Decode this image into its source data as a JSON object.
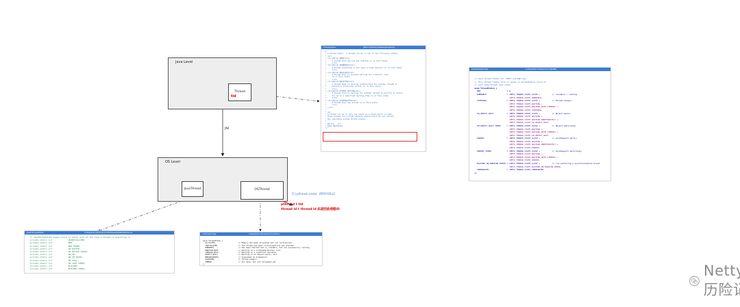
{
  "diagram": {
    "java_level": {
      "title": "Java Level",
      "thread_label": "Thread",
      "tid": "tid"
    },
    "os_level": {
      "title": "OS Level",
      "javathread_label": "JavaThread",
      "osthread_label": "OSThread"
    },
    "edge_jni": "JNI",
    "pthread_note": "[1] pthread create 【PR0Y/DLL】",
    "red_notes": [
      "pthread t   tid",
      "thread id t   thread id 此返回此线程ID"
    ]
  },
  "panel_thread_java": {
    "tab": "Thread.java",
    "path": "jdk/src/share/classes/java/lang",
    "lines": [
      {
        "t": "/**",
        "c": "c"
      },
      {
        "t": " * A thread state.  A thread can be in one of the following states:",
        "c": "c"
      },
      {
        "t": " * <ul>",
        "c": "c"
      },
      {
        "t": " * <li>{@link #NEW}<br>",
        "c": "c"
      },
      {
        "t": " *     A thread that has not yet started is in this state.",
        "c": "c"
      },
      {
        "t": " *     </li>",
        "c": "c"
      },
      {
        "t": " * <li>{@link #RUNNABLE}<br>",
        "c": "c"
      },
      {
        "t": " *     A thread executing in the Java virtual machine is in this state.",
        "c": "c"
      },
      {
        "t": " *     </li>",
        "c": "c"
      },
      {
        "t": " * <li>{@link #BLOCKED}<br>",
        "c": "c"
      },
      {
        "t": " *     A thread that is blocked waiting for a monitor lock",
        "c": "c"
      },
      {
        "t": " *     is in this state.",
        "c": "c"
      },
      {
        "t": " *     </li>",
        "c": "c"
      },
      {
        "t": " * <li>{@link #WAITING}<br>",
        "c": "c"
      },
      {
        "t": " *     A thread that is waiting indefinitely for another thread to",
        "c": "c"
      },
      {
        "t": " *     perform a particular action is in this state.",
        "c": "c"
      },
      {
        "t": " *     </li>",
        "c": "c"
      },
      {
        "t": " * <li>{@link #TIMED_WAITING}<br>",
        "c": "c"
      },
      {
        "t": " *     A thread that is waiting for another thread to perform an action",
        "c": "c"
      },
      {
        "t": " *     for up to a specified waiting time is in this state.",
        "c": "c"
      },
      {
        "t": " *     </li>",
        "c": "c"
      },
      {
        "t": " * <li>{@link #TERMINATED}<br>",
        "c": "c"
      },
      {
        "t": " *     A thread that has exited is in this state.",
        "c": "c"
      },
      {
        "t": " *     </li>",
        "c": "c"
      },
      {
        "t": " * </ul>",
        "c": "c"
      },
      {
        "t": " *",
        "c": "c"
      },
      {
        "t": " * <p>",
        "c": "c"
      },
      {
        "t": " * A thread can be in only one state at a given point in time.",
        "c": "c"
      },
      {
        "t": " * These states are virtual machine states which do not reflect",
        "c": "c"
      },
      {
        "t": " * any operating system thread states.",
        "c": "c"
      },
      {
        "t": " *",
        "c": "c"
      },
      {
        "t": " * @since   1.5",
        "c": "c"
      },
      {
        "t": " * @see #getState",
        "c": "c"
      },
      {
        "t": " */",
        "c": "c"
      }
    ]
  },
  "panel_thread_status": {
    "tab": "javaClasses.hpp",
    "path": "hotspot/src/share/vm/classfile",
    "lines": [
      {
        "t": "  // Java Thread Status for JVMTI and M&M use.",
        "c": "c"
      },
      {
        "t": "  // This thread status info is saved in threadStatus field of",
        "c": "c"
      },
      {
        "t": "  // java.lang.Thread java class.",
        "c": "c"
      },
      {
        "t": "  enum ThreadStatus {",
        "c": "b"
      },
      {
        "t": "    NEW                      = 0,",
        "c": "n"
      },
      {
        "t": "    RUNNABLE                 = JVMTI_THREAD_STATE_ALIVE +          // runnable / running",
        "c": "n"
      },
      {
        "t": "                               JVMTI_THREAD_STATE_RUNNABLE,",
        "c": "k"
      },
      {
        "t": "    SLEEPING                 = JVMTI_THREAD_STATE_ALIVE +          // Thread.sleep()",
        "c": "n"
      },
      {
        "t": "                               JVMTI_THREAD_STATE_WAITING +",
        "c": "k"
      },
      {
        "t": "                               JVMTI_THREAD_STATE_WAITING_WITH_TIMEOUT +",
        "c": "k"
      },
      {
        "t": "                               JVMTI_THREAD_STATE_SLEEPING,",
        "c": "k"
      },
      {
        "t": "    IN_OBJECT_WAIT           = JVMTI_THREAD_STATE_ALIVE +          // Object.wait()",
        "c": "n"
      },
      {
        "t": "                               JVMTI_THREAD_STATE_WAITING +",
        "c": "k"
      },
      {
        "t": "                               JVMTI_THREAD_STATE_WAITING_INDEFINITELY +",
        "c": "k"
      },
      {
        "t": "                               JVMTI_THREAD_STATE_IN_OBJECT_WAIT,",
        "c": "k"
      },
      {
        "t": "    IN_OBJECT_WAIT_TIMED     = JVMTI_THREAD_STATE_ALIVE +          // Object.wait(long)",
        "c": "n"
      },
      {
        "t": "                               JVMTI_THREAD_STATE_WAITING +",
        "c": "k"
      },
      {
        "t": "                               JVMTI_THREAD_STATE_WAITING_WITH_TIMEOUT +",
        "c": "k"
      },
      {
        "t": "                               JVMTI_THREAD_STATE_IN_OBJECT_WAIT,",
        "c": "k"
      },
      {
        "t": "    PARKED                   = JVMTI_THREAD_STATE_ALIVE +          // LockSupport.park()",
        "c": "n"
      },
      {
        "t": "                               JVMTI_THREAD_STATE_WAITING +",
        "c": "k"
      },
      {
        "t": "                               JVMTI_THREAD_STATE_WAITING_INDEFINITELY +",
        "c": "k"
      },
      {
        "t": "                               JVMTI_THREAD_STATE_PARKED,",
        "c": "k"
      },
      {
        "t": "    PARKED_TIMED             = JVMTI_THREAD_STATE_ALIVE +          // LockSupport.park(long)",
        "c": "n"
      },
      {
        "t": "                               JVMTI_THREAD_STATE_WAITING +",
        "c": "k"
      },
      {
        "t": "                               JVMTI_THREAD_STATE_WAITING_WITH_TIMEOUT +",
        "c": "k"
      },
      {
        "t": "                               JVMTI_THREAD_STATE_PARKED,",
        "c": "k"
      },
      {
        "t": "    BLOCKED_ON_MONITOR_ENTER = JVMTI_THREAD_STATE_ALIVE +          // (re-)entering a synchronization block",
        "c": "n"
      },
      {
        "t": "                               JVMTI_THREAD_STATE_BLOCKED_ON_MONITOR_ENTER,",
        "c": "k"
      },
      {
        "t": "    TERMINATED               = JVMTI_THREAD_STATE_TERMINATED",
        "c": "n"
      },
      {
        "t": "  };",
        "c": "b"
      }
    ]
  },
  "panel_javathread": {
    "tab": "JavaThreadState",
    "path": "hotspot/src/share/vm/utilities/globalDefinitions",
    "lines": [
      {
        "t": "  // JavaThreadState keeps track of which part of the code a thread is executing in.",
        "c": "g"
      },
      {
        "t": "  private static int             UNINITIALIZED;",
        "c": "g"
      },
      {
        "t": "  private static int             NEW;",
        "c": "g"
      },
      {
        "t": "  private static int             NEW_TRANS;",
        "c": "g"
      },
      {
        "t": "  private static int             IN_NATIVE;",
        "c": "g"
      },
      {
        "t": "  private static int             IN_NATIVE_TRANS;",
        "c": "g"
      },
      {
        "t": "  private static int             IN_VM;",
        "c": "g"
      },
      {
        "t": "  private static int             IN_VM_TRANS;",
        "c": "g"
      },
      {
        "t": "  private static int             IN_JAVA;",
        "c": "g"
      },
      {
        "t": "  private static int             IN_JAVA_TRANS;",
        "c": "g"
      },
      {
        "t": "  private static int             BLOCKED;",
        "c": "g"
      },
      {
        "t": "  private static int             BLOCKED_TRANS;",
        "c": "g"
      }
    ]
  },
  "panel_osthread": {
    "tab": "osThread.hpp",
    "path": "hotspot/src/share/vm/runtime",
    "lines": [
      {
        "t": "enum ThreadState {",
        "c": "p"
      },
      {
        "t": "  ALLOCATED,                    // Memory has been allocated but not initialized",
        "c": "p"
      },
      {
        "t": "  INITIALIZED,                  // The thread has been initialized but yet started",
        "c": "p"
      },
      {
        "t": "  RUNNABLE,                     // Has been started and is runnable, but not necessarily running",
        "c": "p"
      },
      {
        "t": "  MONITOR_WAIT,                 // Waiting on a contended monitor lock",
        "c": "p"
      },
      {
        "t": "  CONDVAR_WAIT,                 // Waiting on a condition variable",
        "c": "p"
      },
      {
        "t": "  OBJECT_WAIT,                  // Waiting on an Object.wait() call",
        "c": "p"
      },
      {
        "t": "  BREAKPOINTED,                 // Suspended at breakpoint",
        "c": "p"
      },
      {
        "t": "  SLEEPING,                     // Thread.sleep()",
        "c": "p"
      },
      {
        "t": "  ZOMBIE                        // All done, but not reclaimed yet",
        "c": "p"
      },
      {
        "t": "};",
        "c": "p"
      }
    ]
  },
  "watermark": {
    "brand": "Netty历险记"
  }
}
